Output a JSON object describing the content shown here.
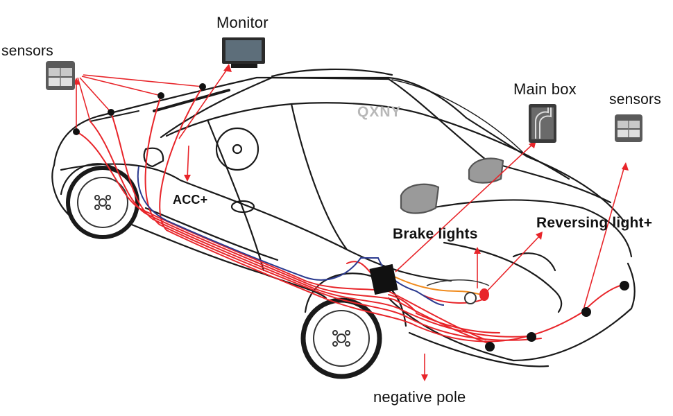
{
  "labels": {
    "sensors_left": "sensors",
    "monitor": "Monitor",
    "main_box": "Main box",
    "sensors_right": "sensors",
    "acc": "ACC+",
    "brake_lights": "Brake lights",
    "reversing_light": "Reversing light+",
    "negative_pole": "negative pole"
  },
  "watermark": "QXNY",
  "colors": {
    "wire_red": "#e8252a",
    "wire_blue": "#2b3a8f",
    "wire_orange": "#f08a1c",
    "outline": "#1a1a1a",
    "sensor_gray": "#8a8a8a"
  }
}
